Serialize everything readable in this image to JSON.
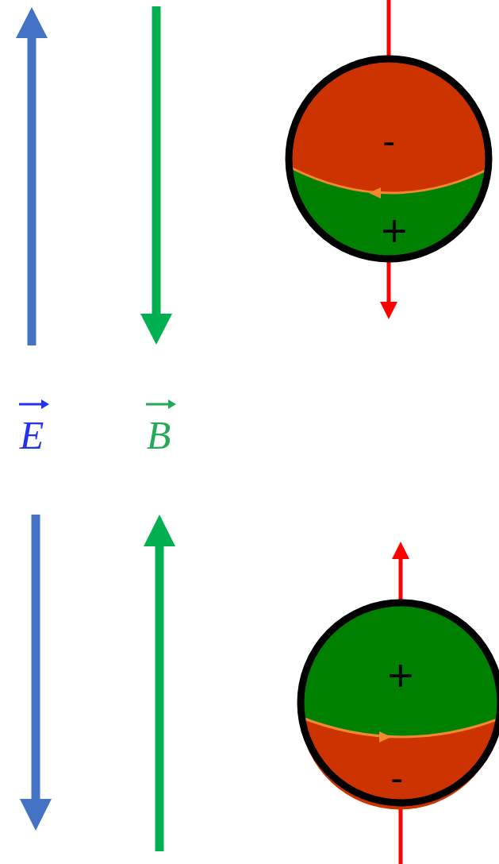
{
  "diagram": {
    "nodes": [
      {
        "text": [
          "-",
          "+"
        ]
      },
      {
        "text": [
          "+",
          "-"
        ]
      }
    ],
    "labels": [
      "E",
      "B"
    ]
  }
}
